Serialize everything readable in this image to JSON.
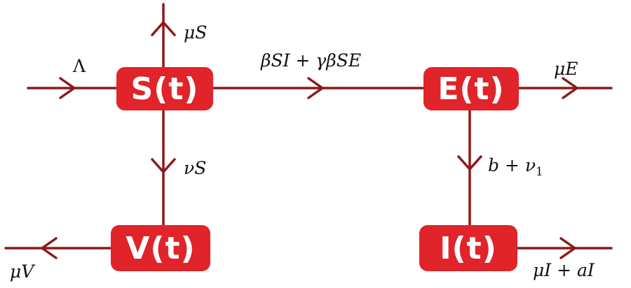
{
  "colors": {
    "box": "#e0242a",
    "arrow": "#8b1a1a",
    "box_text": "#ffffff",
    "label": "#111111"
  },
  "nodes": {
    "s": "S(t)",
    "e": "E(t)",
    "v": "V(t)",
    "i": "I(t)"
  },
  "edges": {
    "lambda_in": "Λ",
    "mu_s": "μS",
    "s_to_e": "βSI + γβSE",
    "mu_e": "μE",
    "nu_s": "νS",
    "mu_v": "μV",
    "e_to_i_main": "b + ν",
    "e_to_i_sub": "1",
    "mu_i_ai": "μI + aI"
  }
}
